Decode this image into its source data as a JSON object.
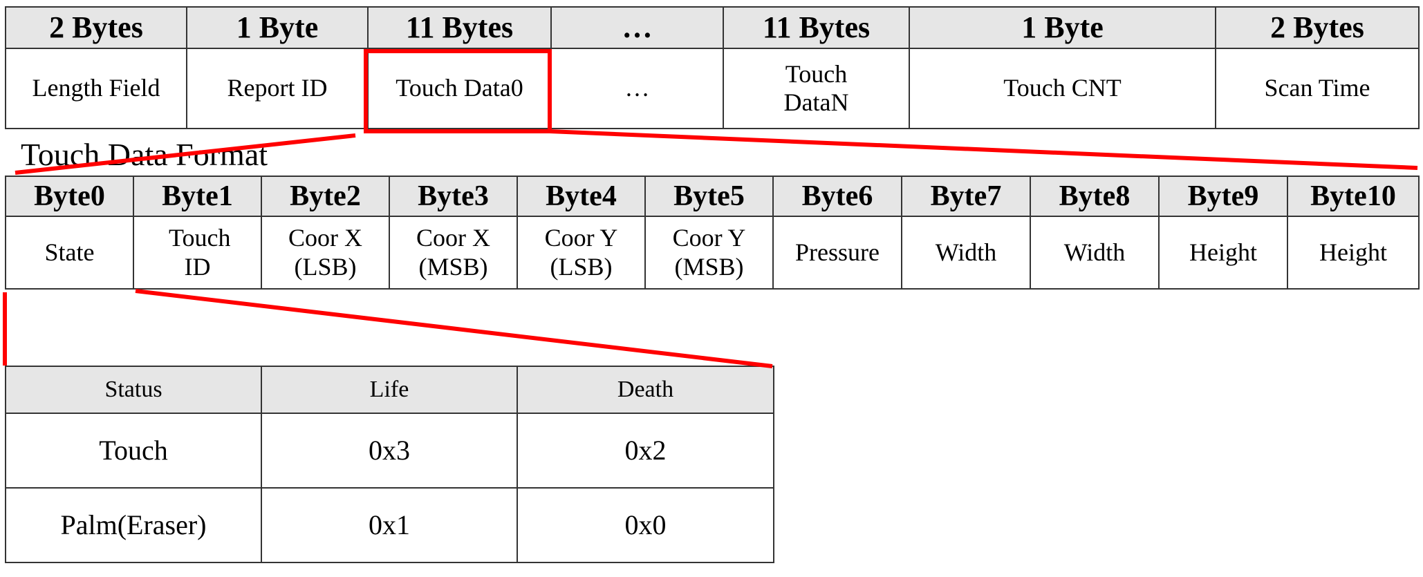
{
  "report_format": {
    "sizes": [
      "2 Bytes",
      "1 Byte",
      "11 Bytes",
      "…",
      "11 Bytes",
      "1 Byte",
      "2 Bytes"
    ],
    "fields": [
      "Length Field",
      "Report ID",
      "Touch Data0",
      "…",
      "Touch DataN",
      "Touch CNT",
      "Scan Time"
    ],
    "highlighted_field": "Touch Data0"
  },
  "touch_data_format": {
    "title": "Touch Data Format",
    "bytes": [
      "Byte0",
      "Byte1",
      "Byte2",
      "Byte3",
      "Byte4",
      "Byte5",
      "Byte6",
      "Byte7",
      "Byte8",
      "Byte9",
      "Byte10"
    ],
    "fields": [
      "State",
      "Touch ID",
      "Coor X (LSB)",
      "Coor X (MSB)",
      "Coor Y (LSB)",
      "Coor Y (MSB)",
      "Pressure",
      "Width",
      "Width",
      "Height",
      "Height"
    ]
  },
  "state_table": {
    "headers": [
      "Status",
      "Life",
      "Death"
    ],
    "rows": [
      {
        "status": "Touch",
        "life": "0x3",
        "death": "0x2"
      },
      {
        "status": "Palm(Eraser)",
        "life": "0x1",
        "death": "0x0"
      }
    ]
  },
  "colors": {
    "highlight": "#ff0000",
    "header_bg": "#e6e6e6"
  }
}
